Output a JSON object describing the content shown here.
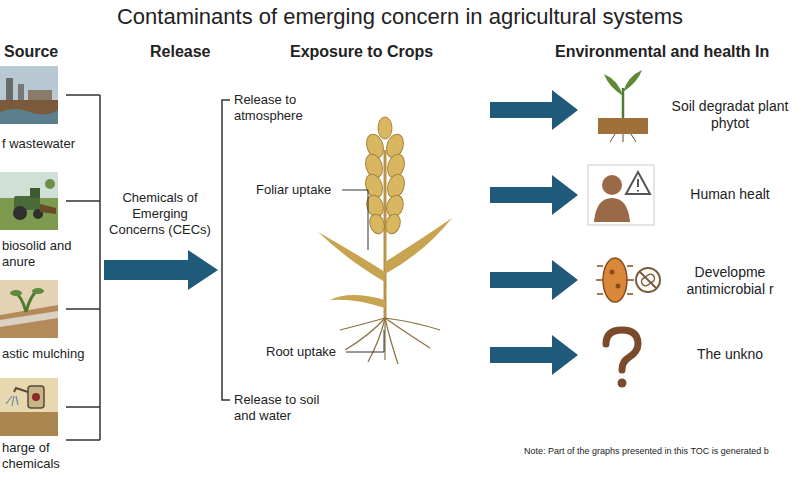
{
  "diagram": {
    "title": "Contaminants of emerging concern in agricultural systems",
    "nodes": [
      {
        "text": [
          "f wastewater"
        ]
      },
      {
        "text": [
          "biosolid and anure"
        ]
      },
      {
        "text": [
          "astic mulching"
        ]
      },
      {
        "text": [
          "harge of chemicals"
        ]
      },
      {
        "text": [
          "Soil degradat plant phytot"
        ]
      },
      {
        "text": [
          "Human healt"
        ]
      },
      {
        "text": [
          "Developme antimicrobial r"
        ]
      },
      {
        "text": [
          "The unkno"
        ]
      }
    ],
    "labels": [
      "Source",
      "Release",
      "Exposure to Crops",
      "Environmental and health In",
      "Chemicals of Emerging Concerns (CECs)",
      "Release to atmosphere",
      "Foliar uptake",
      "Root uptake",
      "Release to soil and water",
      "Note: Part of the graphs presented in this TOC is generated b"
    ]
  }
}
